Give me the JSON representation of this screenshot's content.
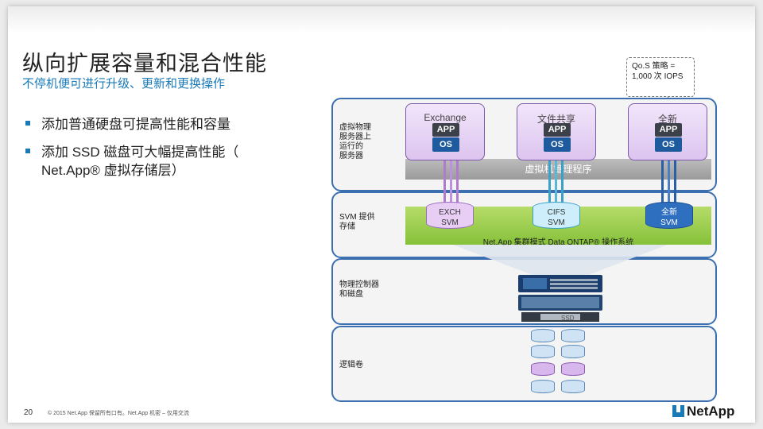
{
  "title": "纵向扩展容量和混合性能",
  "subtitle": "不停机便可进行升级、更新和更换操作",
  "bullets": [
    "添加普通硬盘可提高性能和容量",
    "添加 SSD 磁盘可大幅提高性能（",
    "Net.App® 虚拟存储层）"
  ],
  "qos": {
    "line1": "Qo.S 策略 =",
    "line2": "1,000 次 IOPS"
  },
  "labels": {
    "vserver": [
      "虚拟物理",
      "服务器上",
      "运行的",
      "服务器"
    ],
    "svm": [
      "SVM 提供",
      "存储"
    ],
    "physical": [
      "物理控制器",
      "和磁盘"
    ],
    "logical": "逻辑卷"
  },
  "vms": [
    {
      "name": "Exchange",
      "app": "APP",
      "os": "OS"
    },
    {
      "name": "文件共享",
      "app": "APP",
      "os": "OS"
    },
    {
      "name": "全新",
      "app": "APP",
      "os": "OS"
    }
  ],
  "hypervisor": "虚拟机管理程序",
  "svms": [
    {
      "l1": "EXCH",
      "l2": "SVM"
    },
    {
      "l1": "CIFS",
      "l2": "SVM"
    },
    {
      "l1": "全新",
      "l2": "SVM"
    }
  ],
  "ontap": "Net.App 集群模式 Data ONTAP® 操作系统",
  "ssd_label": "SSD",
  "footer": {
    "page": "20",
    "copy": "© 2015 Net.App 保留所有口有。Net.App 机密 – 仅用交流",
    "logo": "NetApp"
  },
  "colors": {
    "accent": "#1a7ab8",
    "purple": "#7a5aa8",
    "green": "#86c13a",
    "panel_border": "#3b6fb0"
  }
}
